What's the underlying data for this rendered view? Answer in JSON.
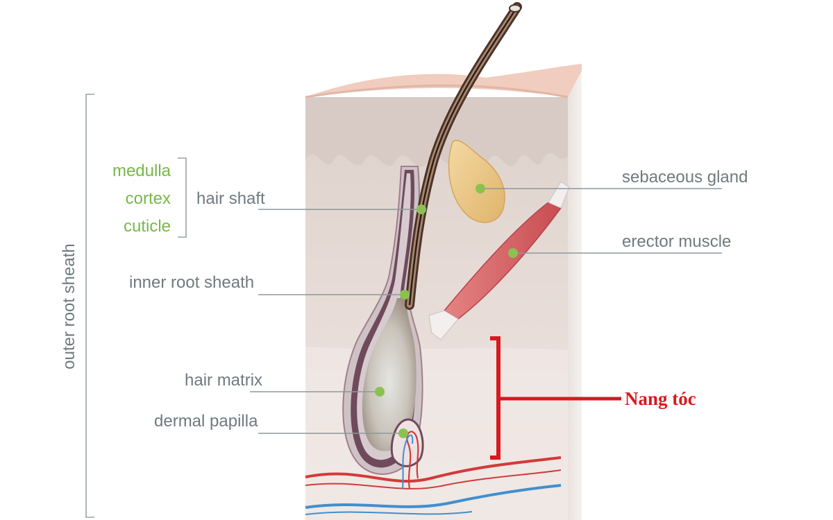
{
  "labels": {
    "outer_root_sheath": "outer root sheath",
    "medulla": "medulla",
    "cortex": "cortex",
    "cuticle": "cuticle",
    "hair_shaft": "hair shaft",
    "inner_root_sheath": "inner root sheath",
    "hair_matrix": "hair matrix",
    "dermal_papilla": "dermal papilla",
    "sebaceous_gland": "sebaceous gland",
    "erector_muscle": "erector muscle",
    "hair_follicle": "Nang tóc"
  },
  "colors": {
    "label_text": "#6f7a7e",
    "hair_layer_labels": "#76b84a",
    "pointer_dot": "#8cc152",
    "follicle_annotation": "#d71920",
    "skin_surface": "#f0cdbf",
    "epidermis": "#d9ccc6",
    "dermis": "#e7dcd7",
    "hypodermis": "#efe6e2",
    "artery": "#d33a3a",
    "vein": "#3f8fd0",
    "sebaceous_gland_fill": "#ecc98a",
    "erector_muscle_fill": "#d96a6a"
  }
}
